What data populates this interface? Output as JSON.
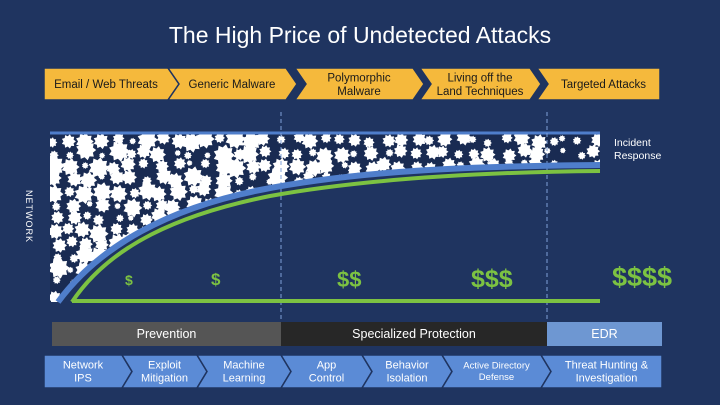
{
  "title": "The High Price of Undetected Attacks",
  "threats": [
    "Email / Web Threats",
    "Generic Malware",
    "Polymorphic\nMalware",
    "Living off the\nLand Techniques",
    "Targeted Attacks"
  ],
  "network_label": "NETWORK",
  "incident_response_label": "Incident\nResponse",
  "costs": [
    "$",
    "$",
    "$$",
    "$$$",
    "$$$$"
  ],
  "categories": [
    "Prevention",
    "Specialized Protection",
    "EDR"
  ],
  "capabilities": [
    "Network\nIPS",
    "Exploit\nMitigation",
    "Machine\nLearning",
    "App\nControl",
    "Behavior\nIsolation",
    "Active Directory\nDefense",
    "Threat Hunting &\nInvestigation"
  ],
  "colors": {
    "background": "#1f3460",
    "threat_arrow": "#f5b93c",
    "green_curve": "#7cc242",
    "blue_curve": "#4f7ecb",
    "prevention_bar": "#555555",
    "specialized_bar": "#272727",
    "edr_bar": "#6e97d2",
    "capability_arrow": "#5b8bd6"
  }
}
